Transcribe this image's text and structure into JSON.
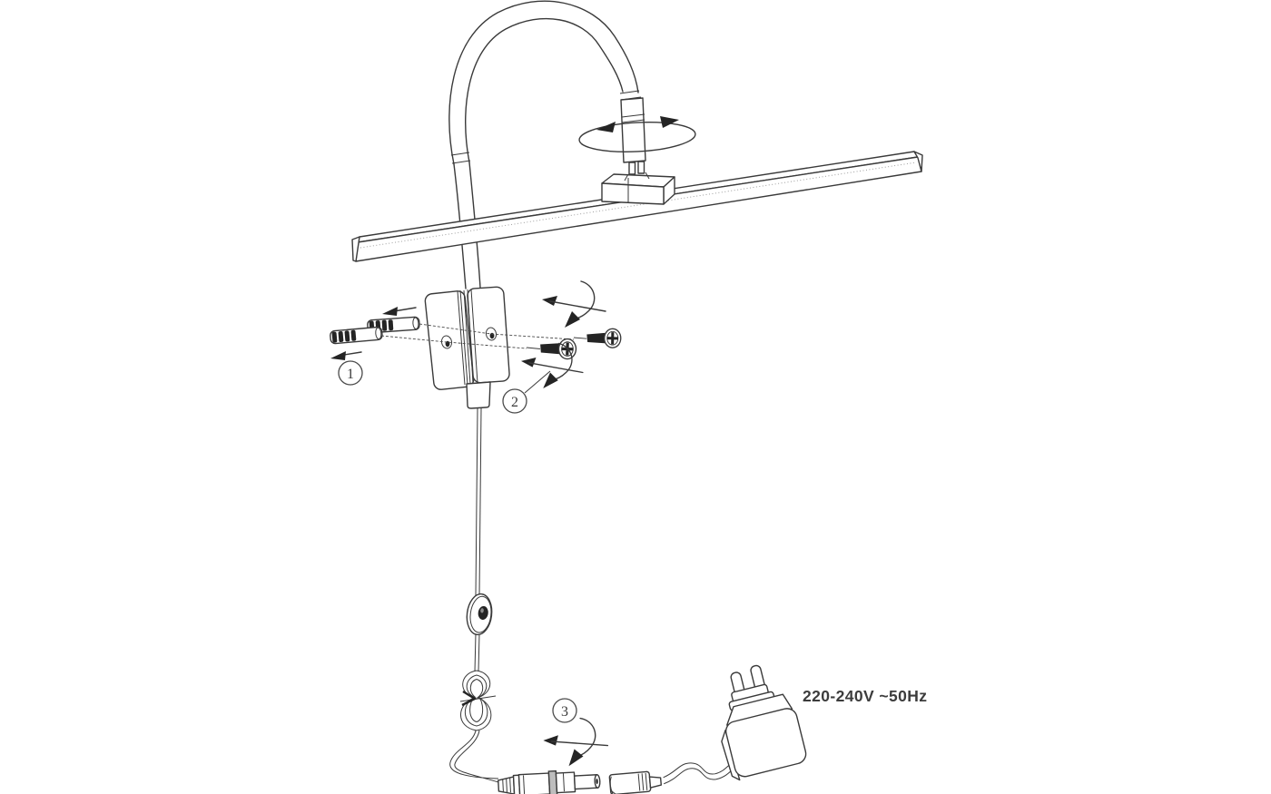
{
  "diagram": {
    "type": "installation-instructions",
    "subject": "wall-mounted picture light with power adapter"
  },
  "annotations": {
    "step1": "1",
    "step2": "2",
    "step3": "3",
    "power_spec": "220-240V ~50Hz"
  },
  "icons": {
    "rotation_arrow": "rotate-lamp-head",
    "insert_arrows": "push-anchors-into-wall",
    "turn_arrows": "drive-screw / twist-connector"
  },
  "colors": {
    "background": "#ffffff",
    "line": "#3a3a3a",
    "arrow_fill": "#242424",
    "text": "#3c3c3c"
  }
}
